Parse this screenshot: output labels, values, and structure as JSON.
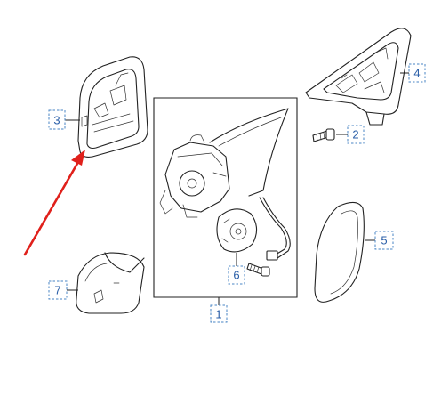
{
  "callouts": [
    {
      "id": "1",
      "label": "1"
    },
    {
      "id": "2",
      "label": "2"
    },
    {
      "id": "3",
      "label": "3"
    },
    {
      "id": "4",
      "label": "4"
    },
    {
      "id": "5",
      "label": "5"
    },
    {
      "id": "6",
      "label": "6"
    },
    {
      "id": "7",
      "label": "7"
    }
  ],
  "colors": {
    "callout_border": "#4a86c5",
    "callout_text": "#2b5fa8",
    "line_art": "#222222",
    "highlight_arrow": "#e0201b"
  },
  "highlight": {
    "icon": "red-arrow-icon",
    "points_to_callout": "3"
  }
}
